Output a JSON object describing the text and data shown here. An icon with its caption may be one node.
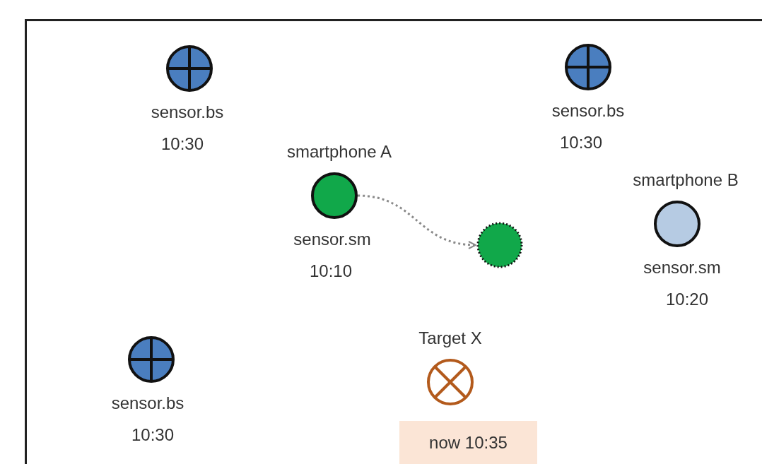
{
  "diagram": {
    "nodes": [
      {
        "text": [
          "sensor.bs",
          "10:30"
        ]
      },
      {
        "text": [
          "sensor.bs",
          "10:30"
        ]
      },
      {
        "text": [
          "smartphone A",
          "sensor.sm",
          "10:10"
        ]
      },
      {
        "text": [],
        "shape": "circle"
      },
      {
        "text": [
          "smartphone B",
          "sensor.sm",
          "10:20"
        ]
      },
      {
        "text": [
          "sensor.bs",
          "10:30"
        ]
      },
      {
        "text": [
          "Target X"
        ]
      },
      {
        "text": [
          "now 10:35"
        ]
      }
    ],
    "edges": [
      {
        "from": 2,
        "to": 3,
        "arrow": "to",
        "style": "dashed"
      }
    ]
  }
}
